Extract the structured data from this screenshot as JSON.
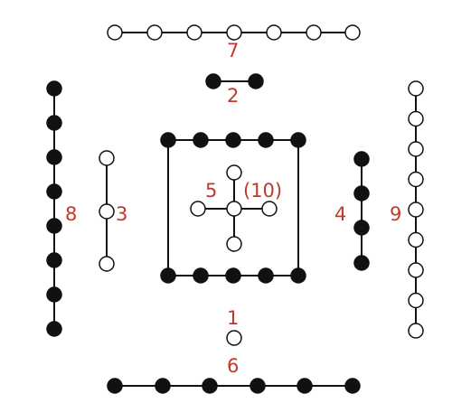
{
  "colors": {
    "label": "#c0392b",
    "line": "#111111",
    "black_dot": "#111111",
    "white_dot": "#ffffff"
  },
  "labels": {
    "n7": "7",
    "n2": "2",
    "n8": "8",
    "n3": "3",
    "n5": "5",
    "n10": "(10)",
    "n4": "4",
    "n9": "9",
    "n1": "1",
    "n6": "6"
  },
  "groups": [
    {
      "number": 7,
      "dots": 7,
      "color": "white",
      "orientation": "horizontal"
    },
    {
      "number": 2,
      "dots": 2,
      "color": "black",
      "orientation": "horizontal"
    },
    {
      "number": 8,
      "dots": 8,
      "color": "black",
      "orientation": "vertical"
    },
    {
      "number": 3,
      "dots": 3,
      "color": "white",
      "orientation": "vertical"
    },
    {
      "number": 5,
      "dots": 5,
      "color": "white",
      "orientation": "cross"
    },
    {
      "number": 10,
      "dots": 10,
      "color": "black",
      "orientation": "square"
    },
    {
      "number": 4,
      "dots": 4,
      "color": "black",
      "orientation": "vertical"
    },
    {
      "number": 9,
      "dots": 9,
      "color": "white",
      "orientation": "vertical"
    },
    {
      "number": 1,
      "dots": 1,
      "color": "white",
      "orientation": "single"
    },
    {
      "number": 6,
      "dots": 6,
      "color": "black",
      "orientation": "horizontal"
    }
  ]
}
